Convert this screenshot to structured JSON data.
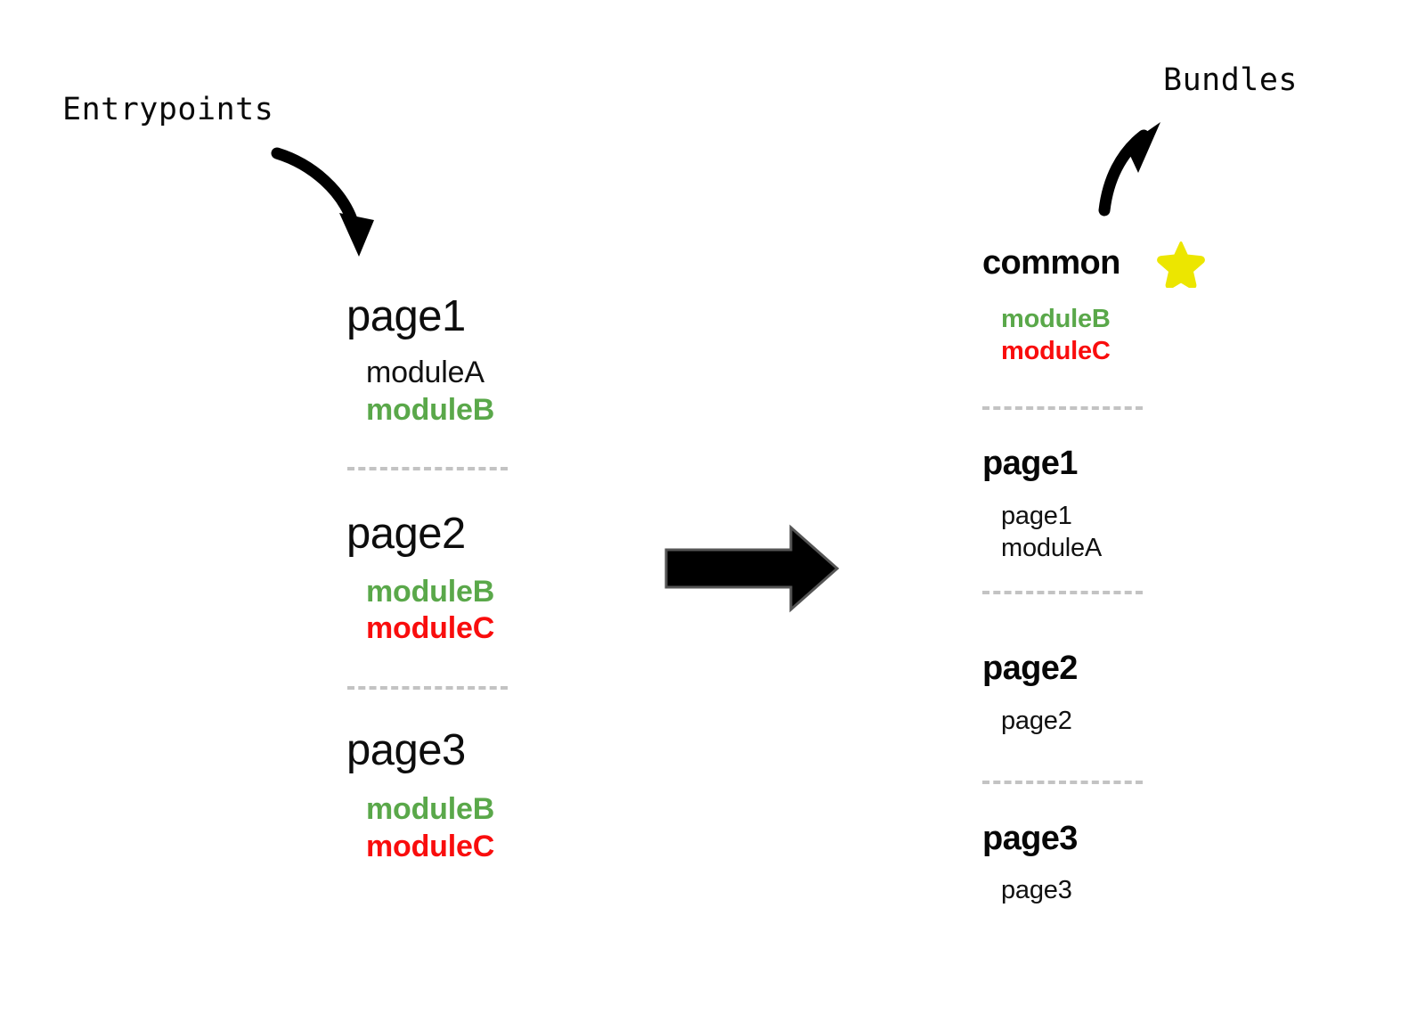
{
  "diagram": {
    "title_left": "Entrypoints",
    "title_right": "Bundles",
    "star_icon": "star-icon",
    "colors": {
      "green": "#5aa84a",
      "red": "#f90d0d",
      "star_yellow": "#ece600",
      "separator": "#c3c3c3",
      "text": "#111111",
      "arrow": "#000000"
    }
  },
  "entrypoints": {
    "label": "Entrypoints",
    "groups": [
      {
        "name": "page1",
        "items": [
          {
            "text": "moduleA",
            "style": "plain"
          },
          {
            "text": "moduleB",
            "style": "green"
          }
        ]
      },
      {
        "name": "page2",
        "items": [
          {
            "text": "moduleB",
            "style": "green"
          },
          {
            "text": "moduleC",
            "style": "red"
          }
        ]
      },
      {
        "name": "page3",
        "items": [
          {
            "text": "moduleB",
            "style": "green"
          },
          {
            "text": "moduleC",
            "style": "red"
          }
        ]
      }
    ]
  },
  "bundles": {
    "label": "Bundles",
    "groups": [
      {
        "name": "common",
        "badge": "⭐",
        "items": [
          {
            "text": "moduleB",
            "style": "green"
          },
          {
            "text": "moduleC",
            "style": "red"
          }
        ]
      },
      {
        "name": "page1",
        "items": [
          {
            "text": "page1",
            "style": "plain"
          },
          {
            "text": "moduleA",
            "style": "plain"
          }
        ]
      },
      {
        "name": "page2",
        "items": [
          {
            "text": "page2",
            "style": "plain"
          }
        ]
      },
      {
        "name": "page3",
        "items": [
          {
            "text": "page3",
            "style": "plain"
          }
        ]
      }
    ]
  },
  "transform_arrow": {
    "name": "transform-arrow",
    "direction": "right"
  }
}
